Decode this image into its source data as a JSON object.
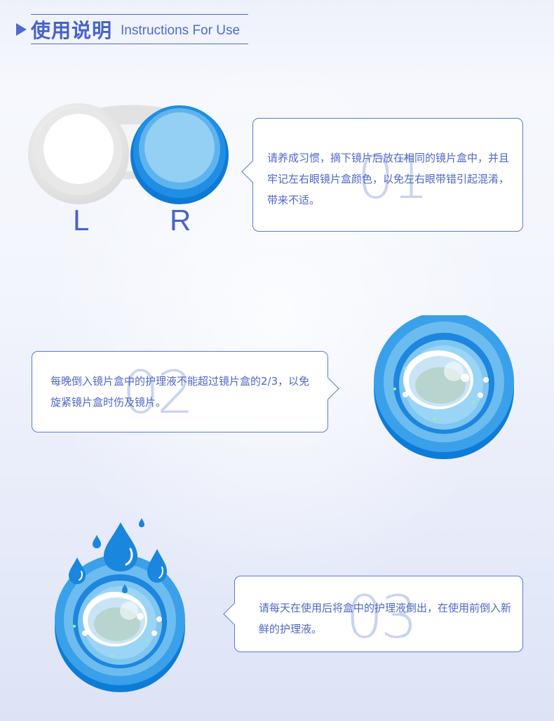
{
  "header": {
    "title_cn": "使用说明",
    "title_en": "Instructions For Use"
  },
  "steps": [
    {
      "number": "01",
      "text": "请养成习惯，摘下镜片后放在相同的镜片盒中，并且牢记左右眼镜片盒颜色，以免左右眼带错引起混淆，带来不适。"
    },
    {
      "number": "02",
      "text": "每晚倒入镜片盒中的护理液不能超过镜片盒的2/3，以免旋紧镜片盒时伤及镜片。"
    },
    {
      "number": "03",
      "text": "请每天在使用后将盒中的护理液倒出，在使用前倒入新鲜的护理液。"
    }
  ],
  "case_labels": {
    "left": "L",
    "right": "R"
  },
  "colors": {
    "accent": "#4d6bcf",
    "case_blue": "#1a86dd",
    "case_light": "#8fcdf2",
    "number_watermark": "#c9d3f2"
  }
}
